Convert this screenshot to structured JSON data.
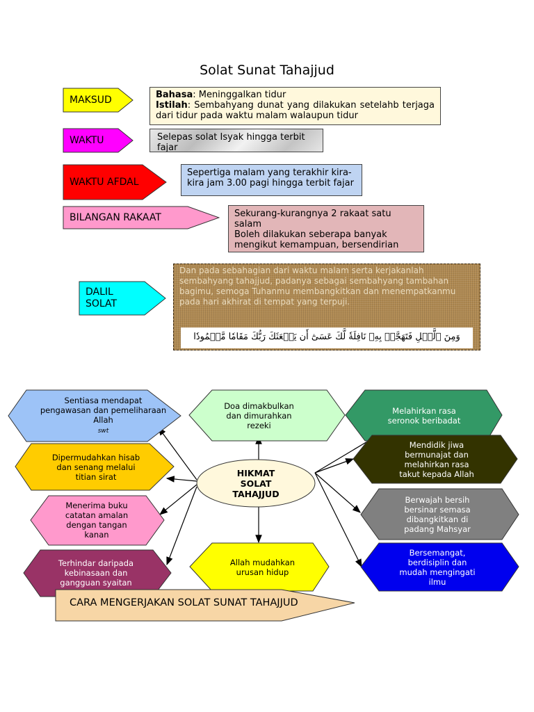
{
  "title": "Solat Sunat Tahajjud",
  "rows": [
    {
      "label": "MAKSUD",
      "color": "#ffff00"
    },
    {
      "label": "WAKTU",
      "color": "#ff00ff"
    },
    {
      "label": "WAKTU AFDAL",
      "color": "#ff0000"
    },
    {
      "label": "BILANGAN RAKAAT",
      "color": "#ff99cc"
    },
    {
      "label_line1": "DALIL",
      "label_line2": "SOLAT",
      "color": "#00ffff"
    }
  ],
  "maksud": {
    "bahasa_label": "Bahasa",
    "bahasa_text": ": Meninggalkan tidur",
    "istilah_label": "Istilah",
    "istilah_text": ": Sembahyang dunat yang dilakukan setelahb terjaga dari tidur pada waktu malam walaupun tidur"
  },
  "waktu_text": "Selepas solat Isyak hingga terbit fajar",
  "waktu_afdal_text": "Sepertiga malam yang terakhir kira-kira jam 3.00 pagi hingga terbit fajar",
  "rakaat_line1": "Sekurang-kurangnya 2 rakaat satu salam",
  "rakaat_line2": "Boleh dilakukan seberapa banyak mengikut kemampuan, bersendirian",
  "dalil_text": "Dan pada sebahagian dari waktu malam serta kerjakanlah sembahyang tahajjud, padanya sebagai sembahyang tambahan bagimu, semoga Tuhanmu membangkitkan dan menempatkanmu pada hari akhirat di tempat yang terpuji.",
  "dalil_arabic": "وَمِنَ ٱلَّيۡلِ فَتَهَجَّدۡ بِهِۦ نَافِلَةٗ لَّكَ عَسَىٰٓ أَن يَبۡعَثَكَ رَبُّكَ مَقَامٗا مَّحۡمُودٗا",
  "center": {
    "line1": "HIKMAT",
    "line2": "SOLAT",
    "line3": "TAHAJJUD"
  },
  "hikmat": {
    "left1": "Sentiasa mendapat pengawasan dan pemeliharaan Allah",
    "left1_swt": "swt",
    "left2": "Dipermudahkan hisab dan senang melalui titian sirat",
    "left3": "Menerima buku catatan amalan dengan tangan kanan",
    "left4": "Terhindar daripada kebinasaan dan gangguan syaitan",
    "top": "Doa dimakbulkan dan dimurahkan rezeki",
    "bottom": "Allah mudahkan urusan hidup",
    "right1": "Melahirkan rasa seronok beribadat",
    "right2": "Mendidik jiwa bermunajat dan melahirkan rasa takut kepada Allah",
    "right3": "Berwajah bersih bersinar semasa dibangkitkan di padang Mahsyar",
    "right4": "Bersemangat, berdisiplin dan mudah mengingati ilmu"
  },
  "footer": "CARA MENGERJAKAN SOLAT SUNAT TAHAJJUD"
}
